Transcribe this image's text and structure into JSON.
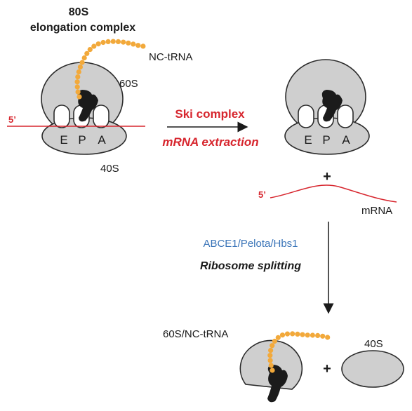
{
  "colors": {
    "subunit_fill": "#cfcfcf",
    "nascent_chain": "#f2a93b",
    "mrna": "#d7262e",
    "factor_text": "#3a74b8",
    "trna": "#1b1b1b"
  },
  "left_complex": {
    "title_line1": "80S",
    "title_line2": "elongation complex",
    "nc_trna_label": "NC-tRNA",
    "large_subunit_label": "60S",
    "small_subunit_label": "40S",
    "five_prime": "5’",
    "sites": [
      "E",
      "P",
      "A"
    ]
  },
  "step1": {
    "factor": "Ski complex",
    "process": "mRNA extraction"
  },
  "right_complex": {
    "sites": [
      "E",
      "P",
      "A"
    ],
    "plus": "+",
    "five_prime": "5’",
    "mrna_label": "mRNA"
  },
  "step2": {
    "factor": "ABCE1/Pelota/Hbs1",
    "process": "Ribosome splitting"
  },
  "products": {
    "large_label": "60S/NC-tRNA",
    "plus": "+",
    "small_label": "40S"
  }
}
